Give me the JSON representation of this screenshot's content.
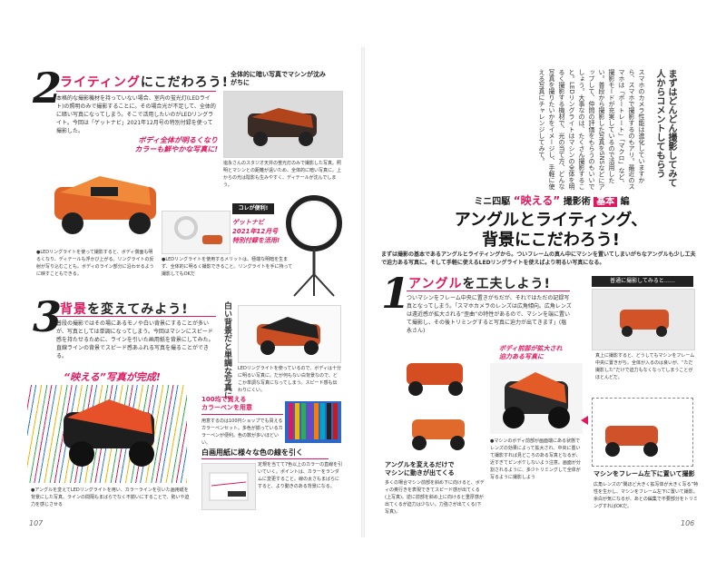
{
  "page_left": {
    "page_number": "107",
    "section2": {
      "number": "2",
      "title_accent": "ライティング",
      "title_rest": "にこだわろう!",
      "body": "本格的な撮影機材を持っていない場合、室内の蛍光灯(LEDライト)の照明のみで撮影することに。その場合光が不足して、全体的に暗い写真になってしまう。そこで活用したいのがLEDリングライト。今回は「ゲットナビ」2021年12月号の特別付録を使って撮影した。",
      "photo_caption_top": "全体的に暗い写真でマシンが沈みがちに",
      "photo_caption_small": "塩永さんのスタジオ天井の蛍光灯のみで撮影した写真。照明とマシンとの距離が遠いため、全体的に暗い写真に。上からの光は陰影も生みやすく、ディテールが沈んでしまう。",
      "pink_caption": "ボディ全体が明るくなり\nカラーも鮮やかな写真に!",
      "caption_bottom_left": "●LEDリングライトを使って撮影すると、ボディ側面も明るくなり、ディテールも浮かび上がる。リングライトの反射が写り込むことも。ボディのライン部分に沿わせるように映すこともできる。",
      "caption_bottom_right": "●LEDリングライトを使用するメリットは、極端な明暗を生まず、全体的に明るく撮影できること。リングライトを手に持って撮影してもOKだ",
      "badge_label": "コレが便利!",
      "getnavi_caption": "ゲットナビ\n2021年12月号\n特別付録を活用!"
    },
    "section3": {
      "number": "3",
      "title_accent": "背景",
      "title_rest": "を変えてみよう!",
      "body": "普段の撮影ではその場にあるモノや白い背景にすることが多いが、写真としては単調になってしまう。今回はマシンにスピード感を持たせるために、ラインを引いた画用紙を背景にしてみた。直線ラインの背景でスピード感あふれる写真を撮ることができる。",
      "vertical_caption": "白い背景だと単調な写真に",
      "small_caption": "LEDリングライトを使っているので、ボディは十分に明るい写真に。だが何もない白背景なので、どこか単調な写真になってしまう。スピード感も伝わりにくい。",
      "pink_caption": "“映える”写真が完成!",
      "pen_title": "100均で買える\nカラーペンを用意",
      "pen_body": "用意するのは100円ショップでも買えるカラーペンセット。多色が揃っているカラーペンが便利。色の数が多いほどいい。",
      "paper_title": "白画用紙に様々な色の線を引く",
      "paper_body": "定規を当てて7色以上のカラーの直線を引いていく。ポイントは、カラーをランダムに変更すること。線の太さもまばらにすると、より動きのある背景になる。",
      "bottom_caption": "●アングルを変えてLEDリングライトを用い、カラーラインを引いた画用紙を背景にした写真。ラインの間隔もまばらでなく不揃いにすることで、勢いや迫力を感じさせる"
    }
  },
  "page_right": {
    "page_number": "106",
    "intro_vertical_title": "まずはどんどん撮影してみて人からコメントしてもらう",
    "intro_vertical_body": "スマホのカメラ性能は進化していますから、スマホで撮影するのもアリ。最近のスマホは「ポートレート」「マクロ」など、撮影モードが充実しているので活用したい。普段から撮影した写真をSNSなどにアップして、仲間の評価をもらうのもいいでしょう。大事なのは、たくさん撮影すること。LEDリングライトはマシンの全体を明るく撮影する機材で、光の当て方、どんな写真を撮りたいかをイメージし、手軽に使える写真にチャレンジしてみて。",
    "series_label": "ミニ四駆",
    "series_accent": "“映える”",
    "series_rest": "撮影術",
    "series_badge": "基本",
    "series_suffix": "編",
    "main_title_1": "アングルとライティング、",
    "main_title_2": "背景にこだわろう!",
    "lead": "まずは撮影の基本であるアングルとライティングから。ついフレームの真ん中にマシンを置いてしまいがちなアングルも少し工夫で迫力ある写真に。そして手軽に使えるLEDリングライトを使えばより明るい写真になる。",
    "section1": {
      "number": "1",
      "title_accent": "アングル",
      "title_rest": "を工夫しよう!",
      "body": "ついマシンをフレーム中央に置きがちだが、それではただの記録写真となってしまう。「スマホカメラのレンズは広角傾向。広角レンズは遠近感が拡大される“歪曲”の特性があるので、マシンを端に置いて撮影し、その後トリミングすると写真に迫力が出てきます」(塩永さん)",
      "normal_label": "普通に撮影してみると……",
      "normal_caption": "真上に撮影すると、どうしてもマシンをフレーム中央に置きがち。全体が入るのは良いが、“ただ撮影した”だけで迫力もなくなってしまうことがほとんどだ。",
      "pink_caption": "ボディ前部が拡大され\n迫力ある写真に",
      "angle_title": "アングルを変えるだけで\nマシンに動きが出てくる",
      "angle_body": "多くの場合マシン前部を斜め下に向けると、ボディの奥行きを表現できてスピード感が出てくる(上写真)。逆に前部を斜め上に向けると重厚感が出てくるが迫力は少ない。力強さが出てくる(下写真)。",
      "center_caption": "●マシンのボディ前部が画面端にある状態でレンズの効果によって拡大され、中央に置いて撮影すれば見どころのある写真となるが、近すぎてピンボケしないよう注意。画面が分割されるように、多少トリミングして全体が写るように撮影しよう",
      "frame_title": "マシンをフレーム左下に置いて撮影",
      "frame_body": "広角レンズの“隅ほど大きく拡写体が大きく写る”特性を生かし、マシンをフレーム左下に置いて撮影。余白が気になるが、あとの編集で不要部分をトリミングすればOKだ。"
    }
  }
}
